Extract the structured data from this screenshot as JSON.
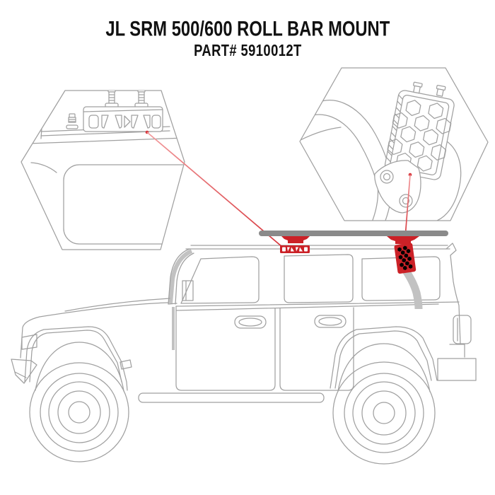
{
  "header": {
    "title": "JL SRM 500/600 ROLL BAR MOUNT",
    "part_number": "PART# 5910012T"
  },
  "colors": {
    "mount_red": "#CB2127",
    "leader_red": "#E2595D",
    "line_gray": "#A0A0A0",
    "rack_gray": "#8A8A8A",
    "band_gray": "#C2C2C2",
    "title_ink": "#111111",
    "background": "#FFFFFF"
  },
  "diagram": {
    "vehicle": "jeep-wrangler-jl-side-profile",
    "callouts": [
      {
        "id": "front-mount-detail",
        "shape": "hexagon"
      },
      {
        "id": "rear-mount-detail",
        "shape": "hexagon"
      }
    ]
  }
}
